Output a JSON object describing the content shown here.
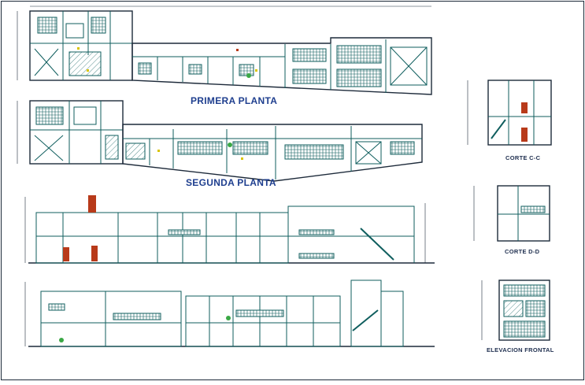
{
  "drawing": {
    "labels": {
      "primera_planta": "PRIMERA PLANTA",
      "segunda_planta": "SEGUNDA PLANTA",
      "corte_cc": "CORTE C-C",
      "corte_dd": "CORTE D-D",
      "elevacion_frontal": "ELEVACION FRONTAL"
    },
    "colors": {
      "background": "#ffffff",
      "linework": "#0f5e5e",
      "dark_line": "#1d2a3a",
      "title_blue": "#1f3f8f",
      "accent_red": "#b83a1a",
      "accent_yellow": "#d9c400",
      "accent_green": "#3aa845"
    }
  }
}
